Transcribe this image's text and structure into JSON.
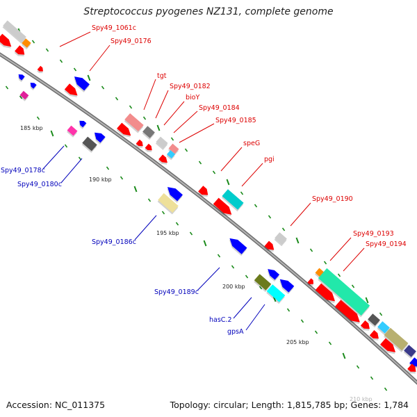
{
  "title": "Streptococcus pyogenes NZ131, complete genome",
  "footer": {
    "accession": "Accession: NC_011375",
    "topology": "Topology: circular; Length: 1,815,785 bp; Genes: 1,784"
  },
  "colors": {
    "forward_label": "#dd0000",
    "reverse_label": "#0000bb",
    "backbone": "#8a8a8a",
    "tick": "#1a8a1a"
  },
  "scale_labels": [
    "185 kbp",
    "190 kbp",
    "195 kbp",
    "200 kbp",
    "205 kbp",
    "210 kbp"
  ],
  "gene_labels": {
    "forward": [
      "Spy49_1061c",
      "Spy49_0176",
      "tgt",
      "Spy49_0182",
      "bioY",
      "Spy49_0184",
      "Spy49_0185",
      "speG",
      "pgi",
      "Spy49_0190",
      "Spy49_0193",
      "Spy49_0194"
    ],
    "reverse": [
      "Spy49_0178c",
      "Spy49_0180c",
      "Spy49_0186c",
      "Spy49_0189c",
      "hasC.2",
      "gpsA"
    ]
  }
}
